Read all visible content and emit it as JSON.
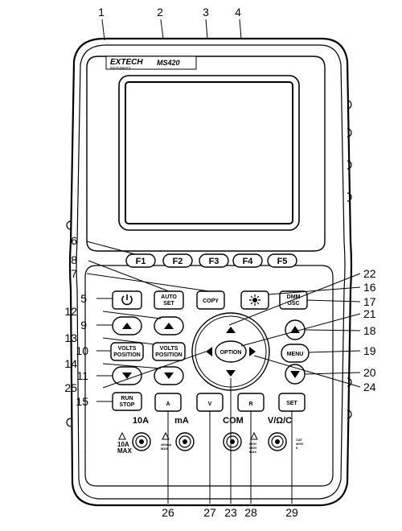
{
  "device": {
    "brand": "EXTECH",
    "brand_sub": "INSTRUMENTS",
    "model": "MS420"
  },
  "function_keys": [
    "F1",
    "F2",
    "F3",
    "F4",
    "F5"
  ],
  "buttons": {
    "power_icon": "power-icon",
    "auto_set": [
      "AUTO",
      "SET"
    ],
    "copy": "COPY",
    "brightness_icon": "sun-icon",
    "dmm_osc": [
      "DMM",
      "OSC"
    ],
    "volts_position": [
      "VOLTS",
      "POSITION"
    ],
    "option": "OPTION",
    "menu": "MENU",
    "run_stop": [
      "RUN",
      "STOP"
    ],
    "a": "A",
    "v": "V",
    "r": "R",
    "set": "SET"
  },
  "terminals": {
    "t10a": "10A",
    "tma": "mA",
    "tcom": "COM",
    "tvohm": "V/Ω/C",
    "t10a_max": [
      "10A",
      "MAX"
    ],
    "tma_max": [
      "400mA",
      "MAX"
    ],
    "tv_max": [
      "600V",
      "800V",
      "MAX"
    ],
    "cat": [
      "CAT",
      "400V",
      "II"
    ]
  },
  "callouts": [
    "1",
    "2",
    "3",
    "4",
    "5",
    "6",
    "7",
    "8",
    "9",
    "10",
    "11",
    "12",
    "13",
    "14",
    "15",
    "16",
    "17",
    "18",
    "19",
    "20",
    "21",
    "22",
    "23",
    "24",
    "25",
    "26",
    "27",
    "28",
    "29"
  ]
}
